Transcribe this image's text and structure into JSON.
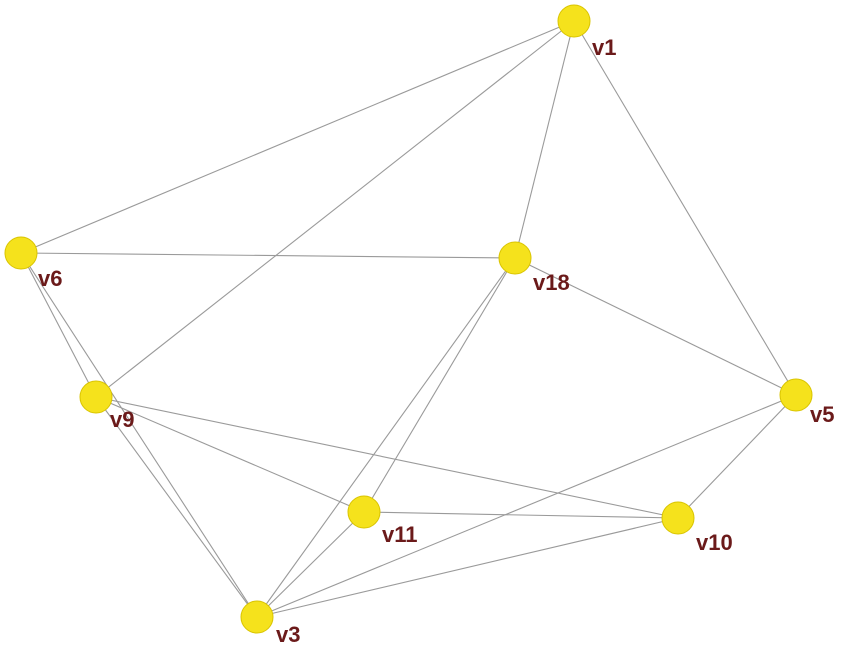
{
  "colors": {
    "background": "#ffffff",
    "node_fill": "#f5e21c",
    "node_stroke": "#d9c400",
    "edge": "#9a9a9a",
    "label": "#6b1a1a"
  },
  "graph": {
    "nodes": [
      {
        "id": "v1",
        "label": "v1"
      },
      {
        "id": "v6",
        "label": "v6"
      },
      {
        "id": "v18",
        "label": "v18"
      },
      {
        "id": "v9",
        "label": "v9"
      },
      {
        "id": "v5",
        "label": "v5"
      },
      {
        "id": "v11",
        "label": "v11"
      },
      {
        "id": "v10",
        "label": "v10"
      },
      {
        "id": "v3",
        "label": "v3"
      }
    ],
    "edges": [
      [
        "v1",
        "v6"
      ],
      [
        "v1",
        "v9"
      ],
      [
        "v1",
        "v18"
      ],
      [
        "v1",
        "v5"
      ],
      [
        "v6",
        "v18"
      ],
      [
        "v6",
        "v9"
      ],
      [
        "v6",
        "v3"
      ],
      [
        "v18",
        "v5"
      ],
      [
        "v18",
        "v11"
      ],
      [
        "v18",
        "v3"
      ],
      [
        "v9",
        "v11"
      ],
      [
        "v9",
        "v10"
      ],
      [
        "v9",
        "v3"
      ],
      [
        "v5",
        "v10"
      ],
      [
        "v5",
        "v3"
      ],
      [
        "v11",
        "v10"
      ],
      [
        "v11",
        "v3"
      ],
      [
        "v10",
        "v3"
      ]
    ]
  }
}
